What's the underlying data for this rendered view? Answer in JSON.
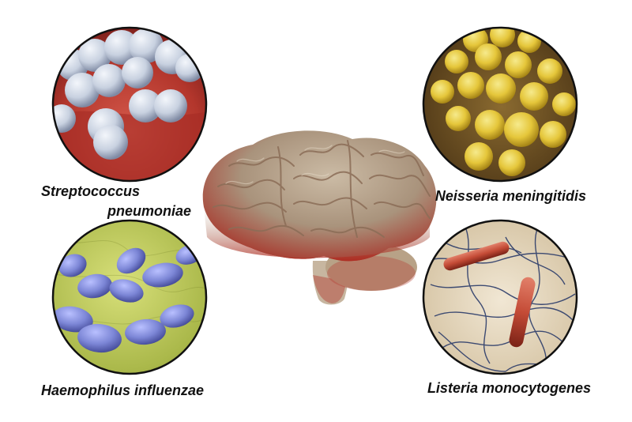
{
  "labels": {
    "top_left_line1": "Streptococcus",
    "top_left_line2": "pneumoniae",
    "top_right": "Neisseria meningitidis",
    "bottom_left": "Haemophilus influenzae",
    "bottom_right": "Listeria monocytogenes"
  },
  "icons": {
    "top_left": "streptococcus-pneumoniae-image",
    "top_right": "neisseria-meningitidis-image",
    "bottom_left": "haemophilus-influenzae-image",
    "bottom_right": "listeria-monocytogenes-image",
    "center": "brain-image"
  },
  "colors": {
    "strep_bg": "#c0453a",
    "strep_cell": "#cfd8e6",
    "neisseria_bg": "#6b4a1c",
    "neisseria_cell": "#e7cf45",
    "haemophilus_bg": "#b9c85a",
    "haemophilus_cell": "#7c86d6",
    "listeria_bg": "#e9dcc5",
    "listeria_cell": "#c44b36",
    "brain": "#b6a58e",
    "brain_red": "#b22c22"
  }
}
